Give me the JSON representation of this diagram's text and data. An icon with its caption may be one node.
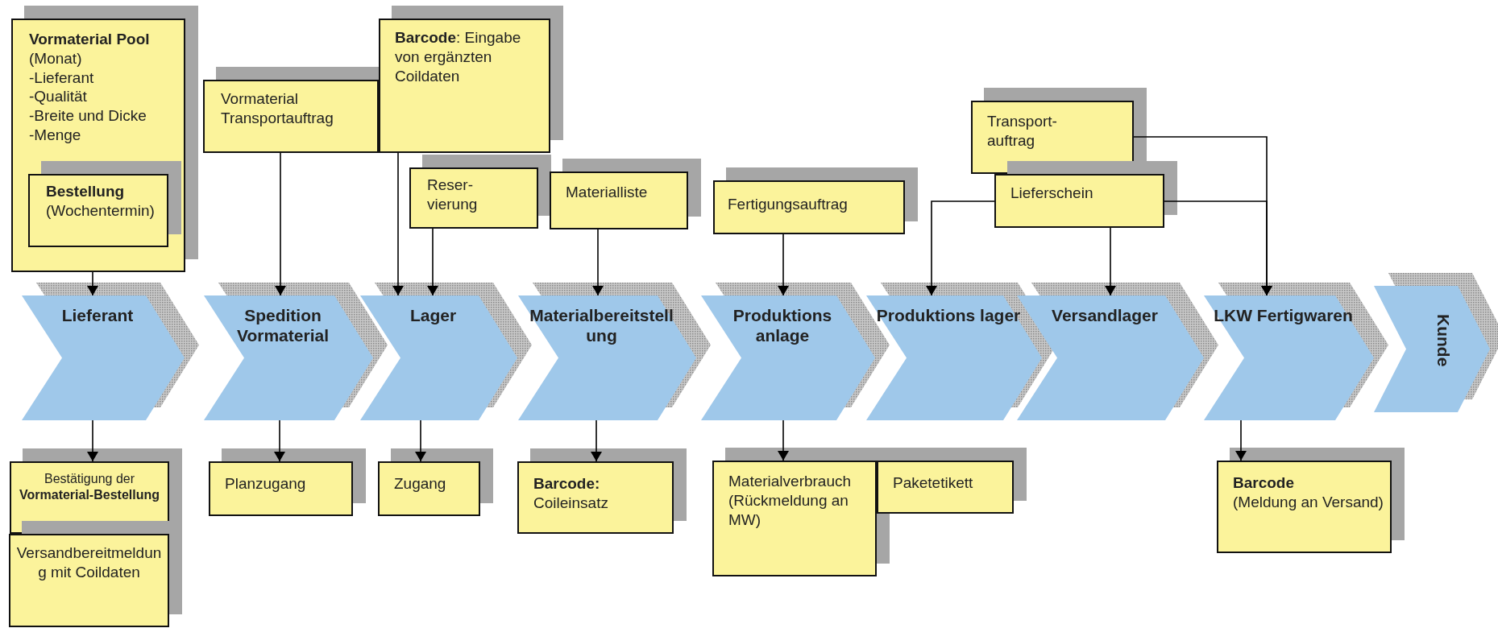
{
  "diagram": {
    "nodes": [
      {
        "text": [
          "Vormaterial Pool",
          "(Monat)",
          "-Lieferant",
          "-Qualität",
          "-Breite und Dicke",
          "-Menge"
        ]
      },
      {
        "text": [
          "Bestellung",
          "(Wochentermin)"
        ],
        "in": 0
      },
      {
        "text": [
          "Vormaterial Transportauftrag"
        ]
      },
      {
        "text": [
          "**Barcode**: Eingabe von ergänzten Coildaten"
        ]
      },
      {
        "text": [
          "Reser- vierung"
        ]
      },
      {
        "text": [
          "Materialliste"
        ]
      },
      {
        "text": [
          "Fertigungsauftrag"
        ]
      },
      {
        "text": [
          "Transport- auftrag"
        ]
      },
      {
        "text": [
          "Lieferschein"
        ]
      },
      {
        "text": [
          "Lieferant"
        ]
      },
      {
        "text": [
          "Spedition Vormaterial"
        ]
      },
      {
        "text": [
          "Lager"
        ]
      },
      {
        "text": [
          "Materialbereitstellung"
        ]
      },
      {
        "text": [
          "Produktions anlage"
        ]
      },
      {
        "text": [
          "Produktions lager"
        ]
      },
      {
        "text": [
          "Versandlager"
        ]
      },
      {
        "text": [
          "LKW Fertigwaren"
        ]
      },
      {
        "text": [
          "Kunde"
        ]
      },
      {
        "text": [
          "Bestätigung der **Vormaterial-Bestellung**"
        ]
      },
      {
        "text": [
          "Versandbereitmeldung mit Coildaten"
        ]
      },
      {
        "text": [
          "Planzugang"
        ]
      },
      {
        "text": [
          "Zugang"
        ]
      },
      {
        "text": [
          "Barcode:",
          "Coileinsatz"
        ]
      },
      {
        "text": [
          "Materialverbrauch (Rückmeldung an MW)"
        ]
      },
      {
        "text": [
          "Paketetikett"
        ]
      },
      {
        "text": [
          "Barcode",
          "(Meldung an Versand)"
        ]
      }
    ],
    "edges": [
      {
        "from": 0,
        "to": 9,
        "arrow": "to"
      },
      {
        "from": 2,
        "to": 10,
        "arrow": "to"
      },
      {
        "from": 3,
        "to": 11,
        "arrow": "to"
      },
      {
        "from": 4,
        "to": 11,
        "arrow": "to"
      },
      {
        "from": 5,
        "to": 12,
        "arrow": "to"
      },
      {
        "from": 6,
        "to": 13,
        "arrow": "to"
      },
      {
        "from": 8,
        "to": 14,
        "arrow": "to"
      },
      {
        "from": 8,
        "to": 15,
        "arrow": "to"
      },
      {
        "from": 8,
        "to": 16,
        "arrow": "to"
      },
      {
        "from": 7,
        "to": 16,
        "arrow": "to"
      },
      {
        "from": 9,
        "to": 18,
        "arrow": "to"
      },
      {
        "from": 10,
        "to": 20,
        "arrow": "to"
      },
      {
        "from": 11,
        "to": 21,
        "arrow": "to"
      },
      {
        "from": 12,
        "to": 22,
        "arrow": "to"
      },
      {
        "from": 13,
        "to": 23,
        "arrow": "to"
      },
      {
        "from": 16,
        "to": 25,
        "arrow": "to"
      }
    ]
  }
}
